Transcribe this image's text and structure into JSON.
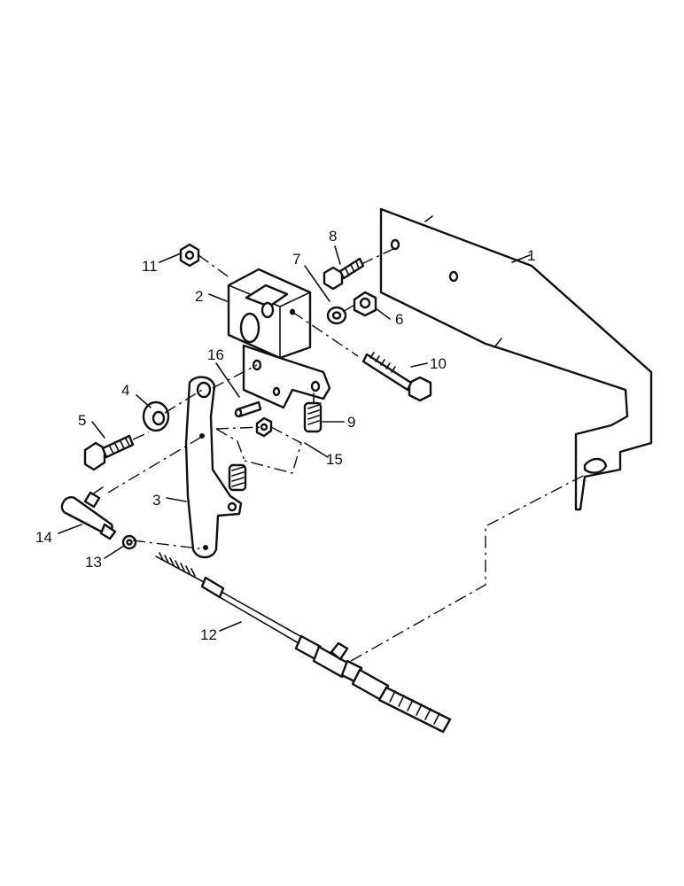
{
  "figure": {
    "callouts": [
      "1",
      "2",
      "3",
      "4",
      "5",
      "6",
      "7",
      "8",
      "9",
      "10",
      "11",
      "12",
      "13",
      "14",
      "15",
      "16"
    ]
  }
}
